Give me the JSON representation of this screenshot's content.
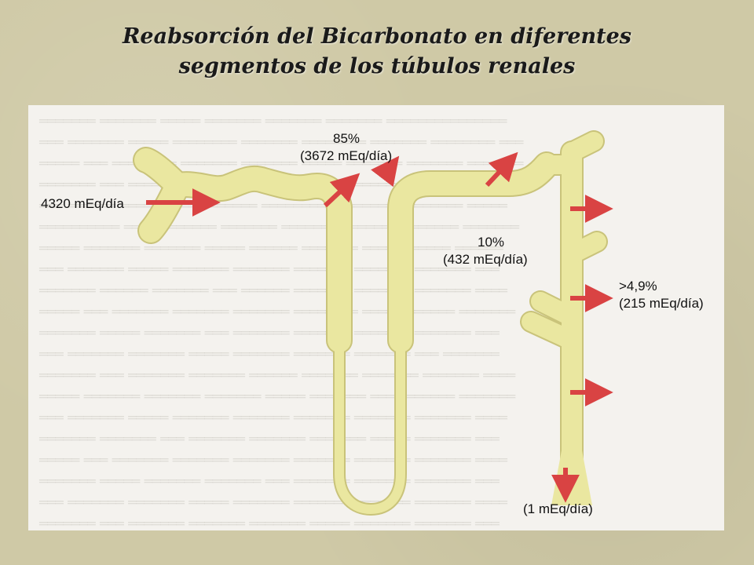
{
  "title": {
    "line1": "Reabsorción del Bicarbonato en diferentes",
    "line2": "segmentos de los túbulos renales"
  },
  "figure": {
    "tubule_color": "#eae7a0",
    "tubule_outline": "#c9c37a",
    "arrow_color": "#d94343",
    "labels": {
      "filtered": "4320 mEq/día",
      "proximal_percent": "85%",
      "proximal_amount": "(3672 mEq/día)",
      "loop_percent": "10%",
      "loop_amount": "(432 mEq/día)",
      "distal_percent": ">4,9%",
      "distal_amount": "(215 mEq/día)",
      "excreted": "(1 mEq/día)"
    }
  }
}
